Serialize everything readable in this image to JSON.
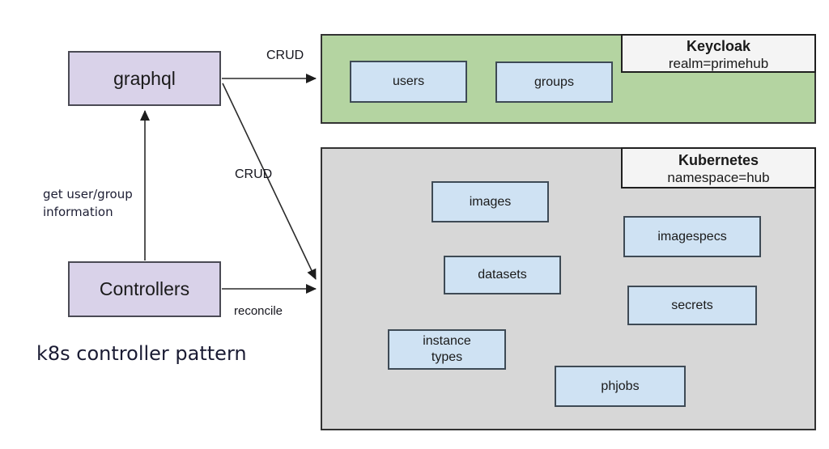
{
  "diagram_title": "k8s controller pattern",
  "nodes": {
    "graphql": "graphql",
    "controllers": "Controllers"
  },
  "containers": {
    "keycloak": {
      "title": "Keycloak",
      "subtitle": "realm=primehub",
      "resources": [
        "users",
        "groups"
      ]
    },
    "kubernetes": {
      "title": "Kubernetes",
      "subtitle": "namespace=hub",
      "resources": [
        "images",
        "imagespecs",
        "datasets",
        "secrets",
        "instance\ntypes",
        "phjobs"
      ]
    }
  },
  "edges": {
    "graphql_to_keycloak": "CRUD",
    "graphql_to_kubernetes": "CRUD",
    "controllers_to_kubernetes": "reconcile",
    "controllers_to_graphql": "get user/group\ninformation"
  },
  "colors": {
    "node_fill": "#d9d2e9",
    "keycloak_fill": "#b4d4a1",
    "kubernetes_fill": "#d7d7d7",
    "resource_fill": "#cfe2f3",
    "corner_label_fill": "#f4f4f4",
    "arrow_stroke": "#2a2a2a"
  }
}
